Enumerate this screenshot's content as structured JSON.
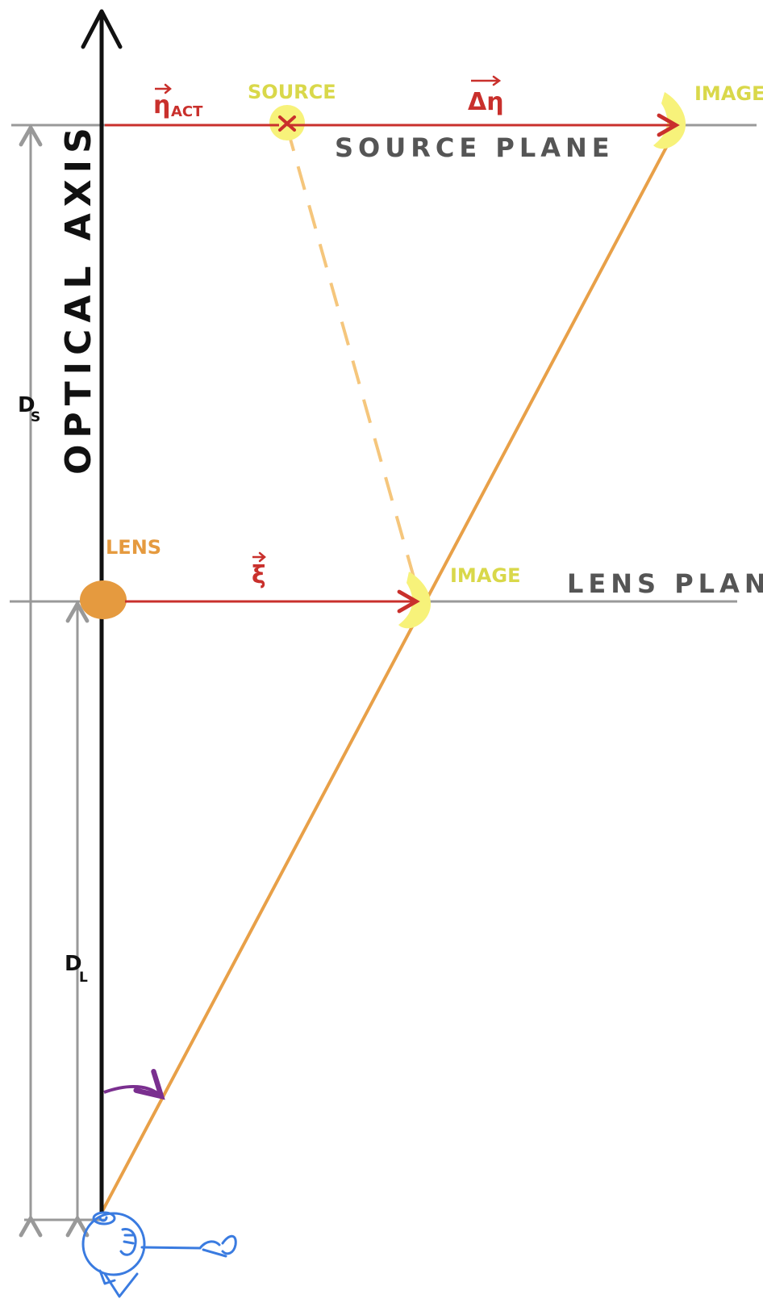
{
  "diagram": {
    "labels": {
      "source": "SOURCE",
      "image_top": "IMAGE",
      "source_plane": "SOURCE PLANE",
      "optical_axis": "OPTICAL AXIS",
      "lens": "LENS",
      "image_lens": "IMAGE",
      "lens_plane": "LENS PLANE",
      "eta_main": "η",
      "eta_sub": "ACT",
      "delta_eta": "Δη",
      "xi": "ξ",
      "ds_main": "D",
      "ds_sub": "S",
      "dl_main": "D",
      "dl_sub": "L"
    },
    "colors": {
      "axis": "#111111",
      "plane": "#999999",
      "ray": "#e8a048",
      "dashed_ray": "#f5c67c",
      "vector": "#c9302c",
      "source_glow": "#f7f27a",
      "lens": "#e59a3f",
      "angle_arc": "#7a2f8f",
      "observer": "#3a7be0"
    },
    "icons": {
      "observer": "observer-stick-figure-icon",
      "lens": "lens-blob-icon",
      "source": "source-cross-icon",
      "images": "banana-image-icon"
    }
  }
}
